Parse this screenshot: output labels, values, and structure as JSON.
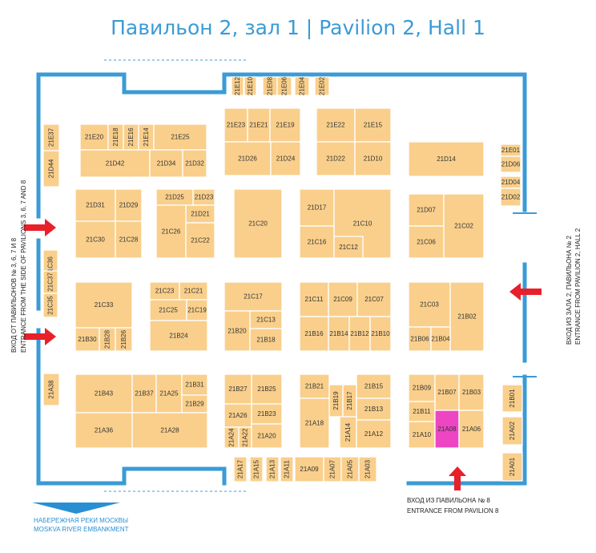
{
  "title": {
    "ru": "Павильон 2, зал 1",
    "en": "Pavilion 2, Hall 1"
  },
  "colors": {
    "wall": "#3a9bd6",
    "booth": "#f9cf8b",
    "highlight": "#ee45c3",
    "arrow": "#e8202a"
  },
  "booths": [
    "21E12",
    "21E10",
    "21E08",
    "21E06",
    "21E04",
    "21E02",
    "21E20",
    "21E18",
    "21E16",
    "21E14",
    "21E25",
    "21E37",
    "21D44",
    "21D42",
    "21D34",
    "21D32",
    "21E23",
    "21E21",
    "21E19",
    "21D26",
    "21D24",
    "21E22",
    "21E15",
    "21D22",
    "21D10",
    "21D14",
    "21E01",
    "21D06",
    "21D04",
    "21D02",
    "21D31",
    "21D29",
    "21C30",
    "21C28",
    "21D25",
    "21D23",
    "21D21",
    "21C26",
    "21C22",
    "21C20",
    "21D17",
    "21C10",
    "21C16",
    "21C12",
    "21D07",
    "21C02",
    "21C06",
    "21C36",
    "21C37",
    "21C35",
    "21C33",
    "21B30",
    "21B28",
    "21B26",
    "21C23",
    "21C21",
    "21C25",
    "21C19",
    "21B24",
    "21C17",
    "21C13",
    "21B20",
    "21B18",
    "21C11",
    "21C09",
    "21C07",
    "21B16",
    "21B14",
    "21B12",
    "21B10",
    "21C03",
    "21B02",
    "21B06",
    "21B04",
    "21A38",
    "21B43",
    "21B37",
    "21A25",
    "21B31",
    "21B29",
    "21A36",
    "21A28",
    "21B27",
    "21B25",
    "21A26",
    "21B23",
    "21A24",
    "21A22",
    "21A20",
    "21B21",
    "21B19",
    "21B17",
    "21B15",
    "21B13",
    "21A18",
    "21A14",
    "21A12",
    "21B09",
    "21B07",
    "21B03",
    "21B11",
    "21A10",
    "21A08",
    "21A06",
    "21B01",
    "21A02",
    "21A01",
    "21A17",
    "21A15",
    "21A13",
    "21A11",
    "21A09",
    "21A07",
    "21A05",
    "21A03"
  ],
  "highlighted_booth": "21A08",
  "entrances": {
    "left_ru": "ВХОД ОТ ПАВИЛЬОНОВ № 3, 6, 7 И 8",
    "left_en": "ENTRANCE FROM THE SIDE OF PAVILIONS 3, 6, 7 AND 8",
    "right_ru": "ВХОД ИЗ ЗАЛА 2, ПАВИЛЬОНА № 2",
    "right_en": "ENTRANCE FROM PAVILION 2, HALL 2",
    "bottom_ru": "ВХОД ИЗ ПАВИЛЬОНА № 8",
    "bottom_en": "ENTRANCE FROM PAVILION 8"
  },
  "river": {
    "ru": "НАБЕРЕЖНАЯ РЕКИ МОСКВЫ",
    "en": "MOSKVA RIVER EMBANKMENT"
  }
}
